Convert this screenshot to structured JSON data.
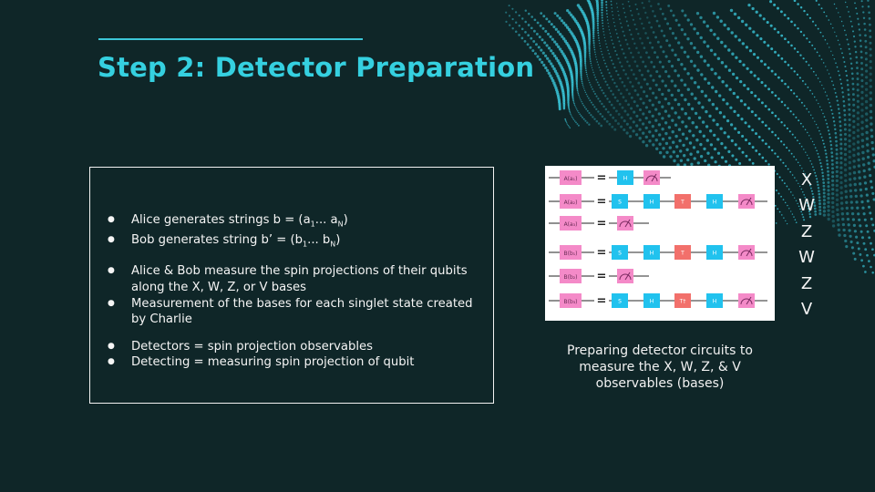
{
  "slide": {
    "title": "Step 2: Detector Preparation"
  },
  "bullets": {
    "b1": {
      "text": "Alice generates strings b = (a",
      "sub1": "1",
      "mid": "... a",
      "sub2": "N",
      "end": ")"
    },
    "b2": {
      "text": "Bob generates string b’ = (b",
      "sub1": "1",
      "mid": "... b",
      "sub2": "N",
      "end": ")"
    },
    "b3": "Alice & Bob measure the spin projections of their qubits along the X, W, Z, or V bases",
    "b4": "Measurement of the bases for each singlet state created by Charlie",
    "b5": "Detectors = spin projection observables",
    "b6": "Detecting = measuring spin projection of qubit"
  },
  "circuit": {
    "rows": [
      {
        "label": "A(a₁)",
        "gates": [
          "H",
          "meter"
        ]
      },
      {
        "label": "A(a₂)",
        "gates": [
          "S",
          "H",
          "T",
          "H",
          "meter"
        ]
      },
      {
        "label": "A(a₃)",
        "gates": [
          "meter"
        ]
      },
      {
        "label": "B(b₁)",
        "gates": [
          "S",
          "H",
          "T",
          "H",
          "meter"
        ]
      },
      {
        "label": "B(b₂)",
        "gates": [
          "meter"
        ]
      },
      {
        "label": "B(b₃)",
        "gates": [
          "S",
          "H",
          "T†",
          "H",
          "meter"
        ]
      }
    ],
    "equals": "=",
    "caption": "Preparing detector circuits to measure the X, W, Z, & V observables (bases)"
  },
  "bases": [
    "X",
    "W",
    "Z",
    "W",
    "Z",
    "V"
  ],
  "colors": {
    "background": "#0f2628",
    "title": "#35d0e0",
    "accent_dots": "#39c5d8",
    "register": "#f48ac8",
    "gate_blue": "#21c2ee",
    "gate_red": "#f2706b",
    "text": "#f5f5f5"
  }
}
